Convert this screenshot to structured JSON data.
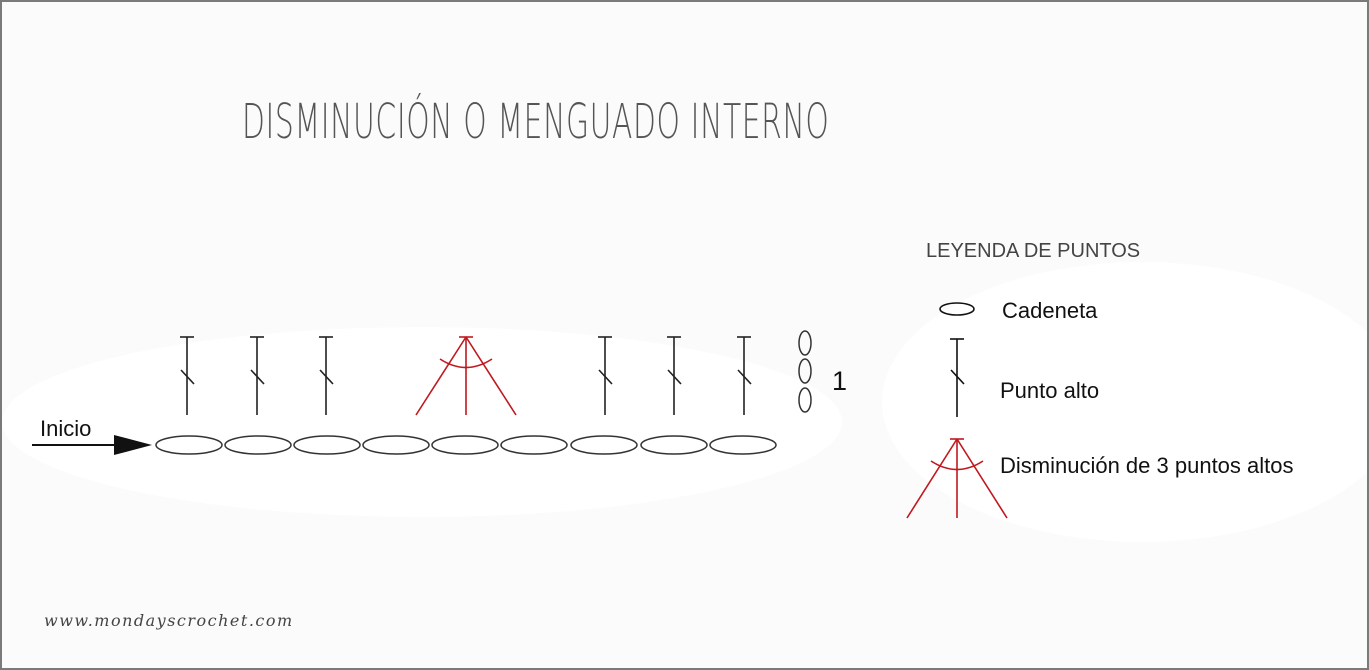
{
  "title": "DISMINUCIÓN O MENGUADO INTERNO",
  "start_label": "Inicio",
  "row_number": "1",
  "legend": {
    "heading": "LEYENDA DE PUNTOS",
    "items": [
      {
        "symbol": "chain-stitch",
        "label": "Cadeneta"
      },
      {
        "symbol": "double-crochet",
        "label": "Punto alto"
      },
      {
        "symbol": "dc3tog",
        "label": "Disminución de 3 puntos altos"
      }
    ]
  },
  "pattern": {
    "foundation_chains": 9,
    "row_1_stitches": [
      "double-crochet",
      "double-crochet",
      "double-crochet",
      "dc3tog",
      "double-crochet",
      "double-crochet",
      "double-crochet"
    ],
    "turning_chains": 3
  },
  "colors": {
    "stitch": "#222222",
    "chain_outline": "#333333",
    "decrease": "#c0181e",
    "title": "#555555",
    "border": "#7a7a7a"
  },
  "website": "www.mondayscrochet.com"
}
